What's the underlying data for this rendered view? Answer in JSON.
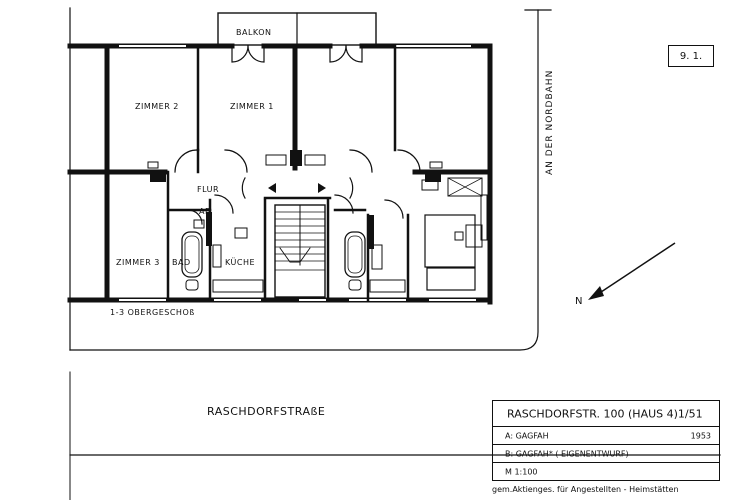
{
  "sheet_number": "9.  1.",
  "rooms": {
    "balcony": "BALKON",
    "zimmer2": "ZIMMER  2",
    "zimmer1": "ZIMMER  1",
    "zimmer3": "ZIMMER  3",
    "flur": "FLUR",
    "ab": "AB",
    "bad": "BAD",
    "kueche": "KÜCHE"
  },
  "floor_label": "1-3  OBERGESCHOß",
  "street_label": "RASCHDORFSTRAßE",
  "side_street_label": "AN  DER  NORDBAHN",
  "north_label": "N",
  "title_block": {
    "title": "RASCHDORFSTR.  100    (HAUS  4)1/51",
    "row_a": "A: GAGFAH",
    "row_a_year": "1953",
    "row_b": "B: GAGFAH*  ( EIGENENTWURF)",
    "row_m": "M  1:100"
  },
  "footer_note": "gem.Aktienges. für Angestellten - Heimstätten"
}
